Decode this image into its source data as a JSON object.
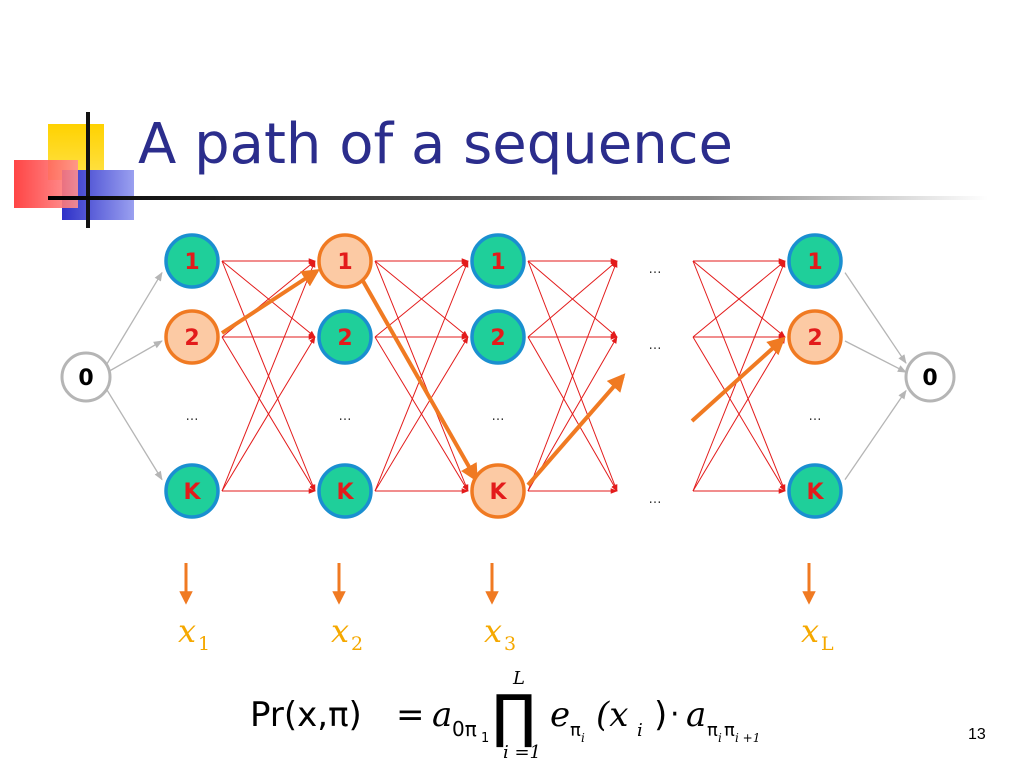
{
  "title": "A path of a sequence",
  "page_number": "13",
  "begin_label": "0",
  "end_label": "0",
  "columns": [
    {
      "states": [
        "1",
        "2",
        "…",
        "K"
      ],
      "path_state": 1,
      "emission": {
        "symbol": "x",
        "sub": "1"
      }
    },
    {
      "states": [
        "1",
        "2",
        "…",
        "K"
      ],
      "path_state": 0,
      "emission": {
        "symbol": "x",
        "sub": "2"
      }
    },
    {
      "states": [
        "1",
        "2",
        "…",
        "K"
      ],
      "path_state": 3,
      "emission": {
        "symbol": "x",
        "sub": "3"
      }
    },
    {
      "states": [
        "…",
        "…",
        "",
        "…"
      ],
      "gap": true
    },
    {
      "states": [
        "1",
        "2",
        "…",
        "K"
      ],
      "path_state": 1,
      "emission": {
        "symbol": "x",
        "sub": "L"
      }
    }
  ],
  "formula": {
    "lhs": "Pr(x,π)",
    "eq": "=",
    "a0": "a",
    "a0_sub": "0π",
    "a0_subsub": "1",
    "prod": "∏",
    "prod_top": "L",
    "prod_bottom": "i =1",
    "e": "e",
    "e_sub": "π",
    "e_subsub": "i",
    "arg": "(x",
    "arg_sub": "i",
    "arg_close": ")",
    "dot": "·",
    "a": "a",
    "a_sub": "π",
    "a_subsub": "i",
    "a_sub2": "π",
    "a_subsub2": "i +1"
  },
  "colors": {
    "title": "#2b2d8c",
    "state_fill": "#1fcf9a",
    "state_stroke": "#1a8fd0",
    "path_fill": "#fccaa4",
    "path_stroke": "#f07a22",
    "edge": "#e31b1b",
    "path_arrow": "#f07a22",
    "emission": "#f5a800",
    "silent_edge": "#b5b5b5"
  }
}
